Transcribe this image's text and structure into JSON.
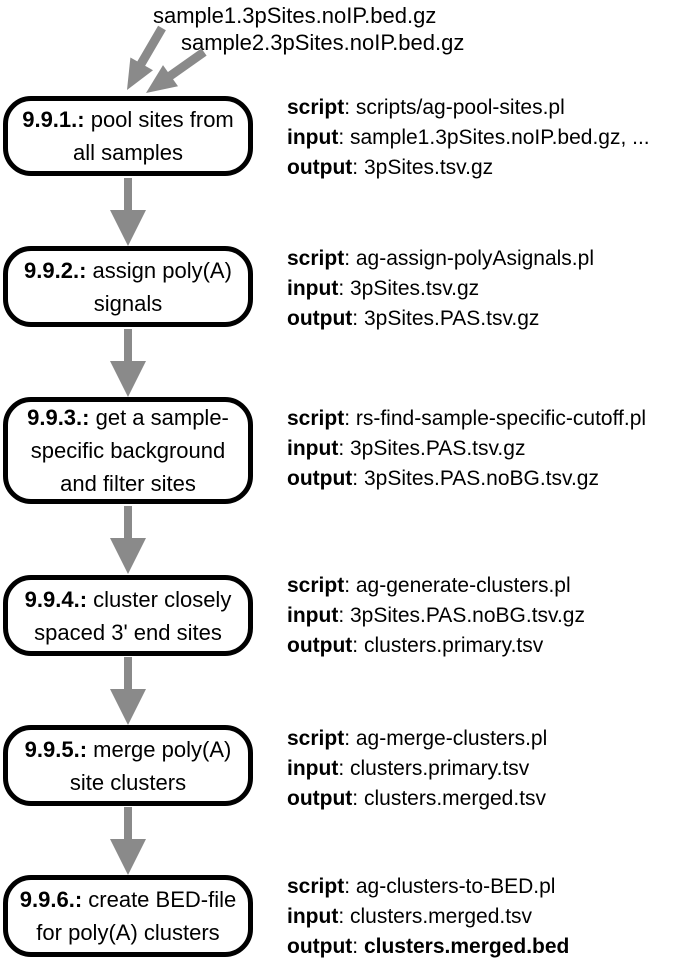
{
  "top_inputs": {
    "file1": "sample1.3pSites.noIP.bed.gz",
    "file2": "sample2.3pSites.noIP.bed.gz"
  },
  "labels": {
    "script": "script",
    "input": "input",
    "output": "output",
    "sep": ": "
  },
  "colors": {
    "arrow_gray": "#8a8a8a",
    "box_border": "#000000",
    "text": "#000000",
    "background": "#ffffff"
  },
  "steps": [
    {
      "id": "9.9.1.:",
      "title": " pool sites from all samples",
      "script": "scripts/ag-pool-sites.pl",
      "input": "sample1.3pSites.noIP.bed.gz, ...",
      "output": "3pSites.tsv.gz"
    },
    {
      "id": "9.9.2.:",
      "title": " assign poly(A) signals",
      "script": "ag-assign-polyAsignals.pl",
      "input": "3pSites.tsv.gz",
      "output": "3pSites.PAS.tsv.gz"
    },
    {
      "id": "9.9.3.:",
      "title": " get a sample-specific background and filter sites",
      "script": "rs-find-sample-specific-cutoff.pl",
      "input": "3pSites.PAS.tsv.gz",
      "output": "3pSites.PAS.noBG.tsv.gz"
    },
    {
      "id": "9.9.4.:",
      "title": " cluster closely spaced 3' end sites",
      "script": "ag-generate-clusters.pl",
      "input": "3pSites.PAS.noBG.tsv.gz",
      "output": "clusters.primary.tsv"
    },
    {
      "id": "9.9.5.:",
      "title": " merge poly(A) site clusters",
      "script": "ag-merge-clusters.pl",
      "input": "clusters.primary.tsv",
      "output": "clusters.merged.tsv"
    },
    {
      "id": "9.9.6.:",
      "title": " create BED-file for poly(A) clusters",
      "script": "ag-clusters-to-BED.pl",
      "input": "clusters.merged.tsv",
      "output": "clusters.merged.bed"
    }
  ]
}
